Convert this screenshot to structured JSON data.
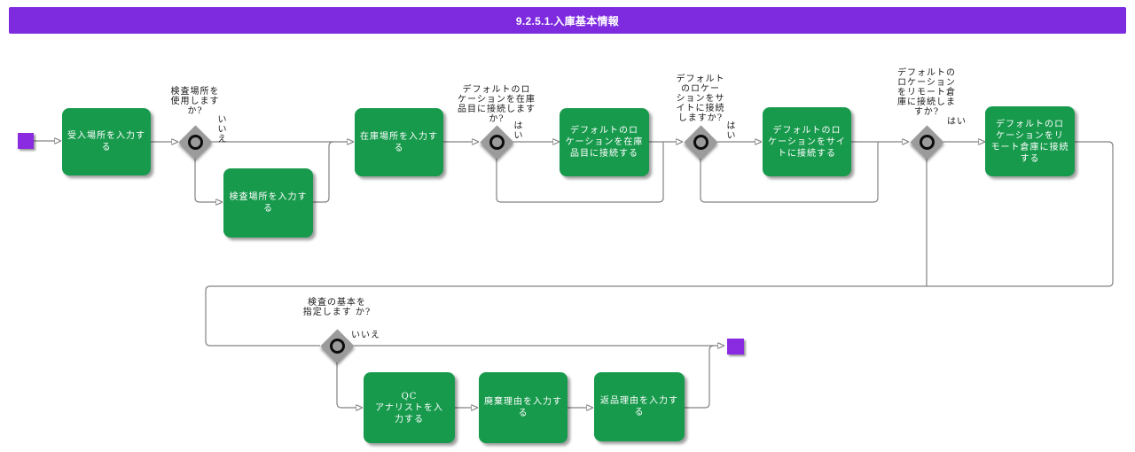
{
  "title": "9.2.5.1.入庫基本情報",
  "colors": {
    "header_bar": "#7e2be0",
    "task_node": "#189a4d",
    "start_end_node": "#8a2be2",
    "gateway": "#9b9b9b",
    "connector": "#828282"
  },
  "tasks": {
    "enter_receiving_location": "受入場所を入力す\nる",
    "enter_inspection_location": "検査場所を入力す\nる",
    "enter_stock_location": "在庫場所を入力す\nる",
    "connect_default_location_to_item": "デフォルトのロ\nケーションを在庫\n品目に接続する",
    "connect_default_location_to_site": "デフォルトのロ\nケーションをサイ\nトに接続する",
    "connect_default_location_to_remote": "デフォルトのロ\nケーションをリ\nモート倉庫に接続\nする",
    "enter_qc_analyst": "QC\nアナリストを入\n力する",
    "enter_disposal_reason": "廃棄理由を入力す\nる",
    "enter_return_reason": "返品理由を入力す\nる"
  },
  "decisions": {
    "use_inspection_location": {
      "question": "検査場所を\n使用します\nか?",
      "no_label": "い\nい\nえ"
    },
    "connect_location_to_item": {
      "question": "デフォルトのロ\nケーションを在庫\n品目に接続します\nか?",
      "yes_label": "は\nい"
    },
    "connect_location_to_site": {
      "question": "デフォルト\nのロケー\nションをサ\nイトに接続\nしますか?",
      "yes_label": "は\nい"
    },
    "connect_location_to_remote": {
      "question": "デフォルトの\nロケーション\nをリモート倉\n庫に接続しま\nすか?",
      "yes_label": "はい"
    },
    "specify_inspection_basics": {
      "question": "検査の基本を\n指定します か?",
      "no_label": "いいえ"
    }
  }
}
